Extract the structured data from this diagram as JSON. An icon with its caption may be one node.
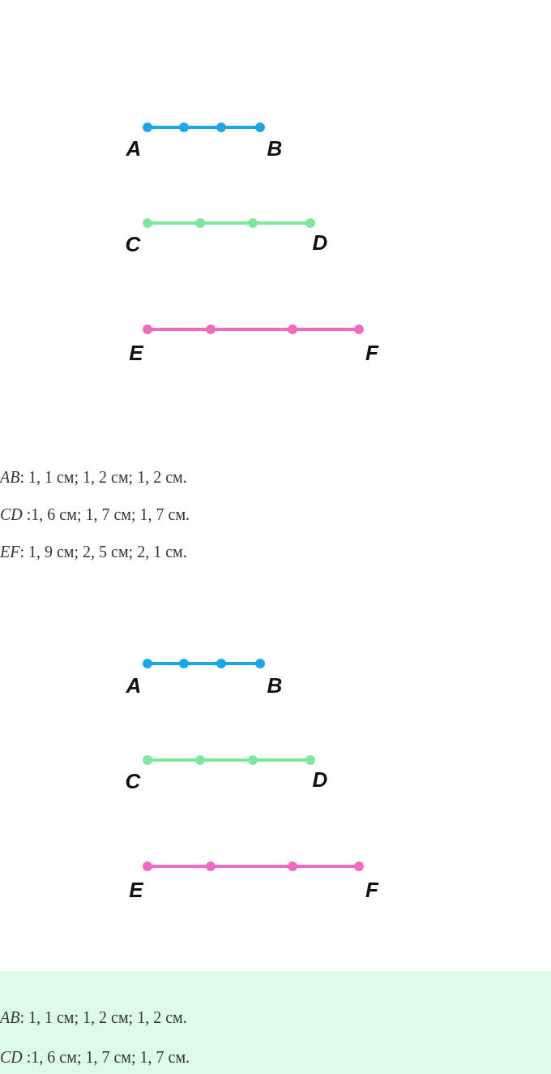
{
  "diagram": {
    "labels": [
      "A",
      "B",
      "C",
      "D",
      "E",
      "F",
      "*AB*: 1, 1 см; 1, 2 см; 1, 2 см.",
      "*CD* :1, 6 см; 1, 7 см; 1, 7 см.",
      "*EF*: 1, 9 см; 2, 5 см; 2, 1 см.",
      "A",
      "B",
      "C",
      "D",
      "E",
      "F",
      "*AB*: 1, 1 см; 1, 2 см; 1, 2 см.",
      "*CD* :1, 6 см; 1, 7 см; 1, 7 см."
    ]
  }
}
